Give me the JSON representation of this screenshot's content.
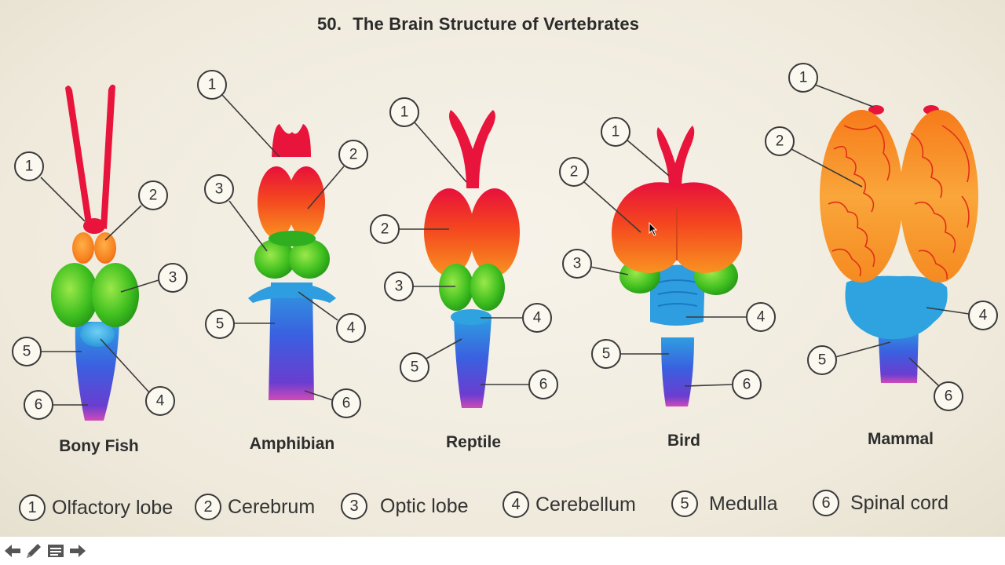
{
  "title": {
    "number": "50.",
    "text": "The Brain Structure of Vertebrates"
  },
  "animals": [
    {
      "key": "bony-fish",
      "label": "Bony Fish"
    },
    {
      "key": "amphibian",
      "label": "Amphibian"
    },
    {
      "key": "reptile",
      "label": "Reptile"
    },
    {
      "key": "bird",
      "label": "Bird"
    },
    {
      "key": "mammal",
      "label": "Mammal"
    }
  ],
  "callout_numbers": [
    "1",
    "2",
    "3",
    "4",
    "5",
    "6"
  ],
  "legend": [
    {
      "number": "1",
      "label": "Olfactory lobe"
    },
    {
      "number": "2",
      "label": "Cerebrum"
    },
    {
      "number": "3",
      "label": "Optic lobe"
    },
    {
      "number": "4",
      "label": "Cerebellum"
    },
    {
      "number": "5",
      "label": "Medulla"
    },
    {
      "number": "6",
      "label": "Spinal cord"
    }
  ],
  "colors": {
    "olfactory_lobe": "#e8143c",
    "cerebrum": "#f7831e",
    "optic_lobe": "#4cc81e",
    "cerebellum": "#2ea3e0",
    "medulla": "#3a6ee0",
    "spinal_cord": "#8a3fc8",
    "background": "#f2eee2"
  },
  "toolbar": {
    "icons": [
      "prev-arrow-icon",
      "pen-icon",
      "menu-icon",
      "next-arrow-icon"
    ]
  }
}
